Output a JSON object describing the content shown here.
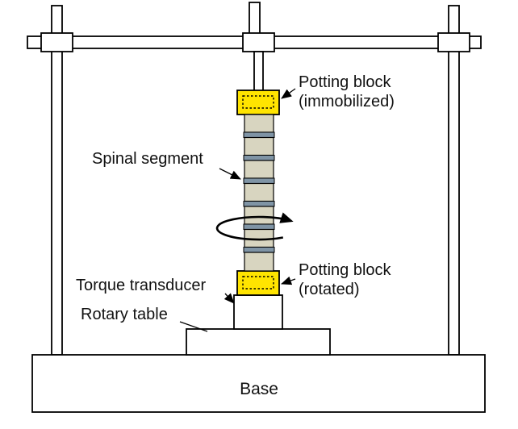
{
  "diagram": {
    "labels": {
      "potting_top_line1": "Potting block",
      "potting_top_line2": "(immobilized)",
      "spinal_segment": "Spinal segment",
      "potting_bottom_line1": "Potting block",
      "potting_bottom_line2": "(rotated)",
      "torque_transducer": "Torque transducer",
      "rotary_table": "Rotary table",
      "base": "Base"
    },
    "colors": {
      "potting_block": "#ffe400",
      "vertebra": "#d8d5c0",
      "disc": "#7f94a5",
      "outline": "#000000",
      "background": "#ffffff"
    }
  }
}
